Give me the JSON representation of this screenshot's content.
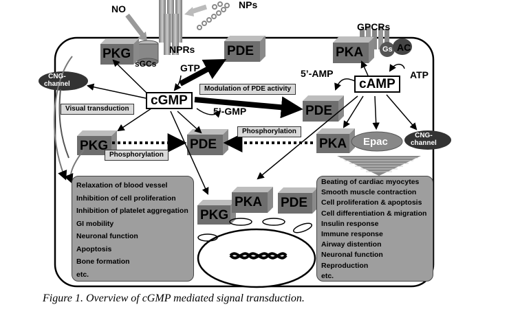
{
  "labels": {
    "no": "NO",
    "nps": "NPs",
    "npr": "NPRs",
    "sgcs": "sGCs",
    "gtp": "GTP",
    "pkg_top": "PKG",
    "pde_top": "PDE",
    "gpcrs": "GPCRs",
    "gs": "Gs",
    "ac": "AC",
    "pka_top": "PKA",
    "five_amp": "5’-AMP",
    "atp": "ATP",
    "camp": "cAMP",
    "cgmp": "cGMP",
    "cng_left": "CNG-\nchannel",
    "cng_right": "CNG-\nchannel",
    "visual": "Visual transduction",
    "modulation": "Modulation of PDE activity",
    "five_gmp": "5’-GMP",
    "pde_mid": "PDE",
    "phos_right": "Phosphorylation",
    "pkg_left": "PKG",
    "pde_center": "PDE",
    "pka_right": "PKA",
    "epac": "Epac",
    "phos_left": "Phosphorylation",
    "pkg_nuc": "PKG",
    "pka_nuc": "PKA",
    "pde_nuc": "PDE"
  },
  "left_effects": [
    "Relaxation of blood vessel",
    "Inhibition of cell proliferation",
    "Inhibition of platelet aggregation",
    "GI mobility",
    "Neuronal function",
    "Apoptosis",
    "Bone formation",
    "etc."
  ],
  "right_effects": [
    "Beating of cardiac myocytes",
    "Smooth muscle contraction",
    "Cell proliferation & apoptosis",
    "Cell differentiation & migration",
    "Insulin response",
    "Immune response",
    "Airway distention",
    "Neuronal function",
    "Reproduction",
    "etc."
  ],
  "caption": "Figure 1. Overview of cGMP mediated signal transduction.",
  "colors": {
    "cube_front": "#6e6e6e",
    "cube_top": "#bdbdbd",
    "cube_side": "#8a8a8a",
    "panel": "#9e9e9e"
  }
}
